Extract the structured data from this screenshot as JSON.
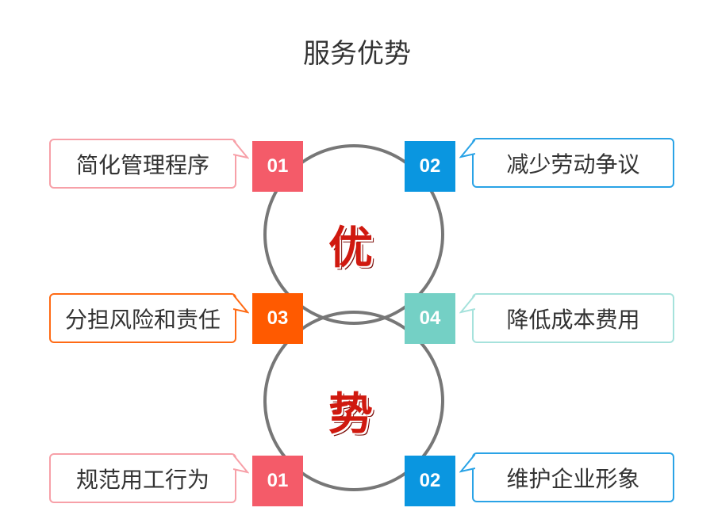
{
  "title": "服务优势",
  "center_chars": {
    "top": "优",
    "bottom": "势"
  },
  "items": [
    {
      "num": "01",
      "label": "简化管理程序",
      "color": "#f45b69"
    },
    {
      "num": "02",
      "label": "减少劳动争议",
      "color": "#0a96e0"
    },
    {
      "num": "03",
      "label": "分担风险和责任",
      "color": "#ff5a00"
    },
    {
      "num": "04",
      "label": "降低成本费用",
      "color": "#74d0c5"
    },
    {
      "num": "01",
      "label": "规范用工行为",
      "color": "#f45b69"
    },
    {
      "num": "02",
      "label": "维护企业形象",
      "color": "#0a96e0"
    }
  ]
}
